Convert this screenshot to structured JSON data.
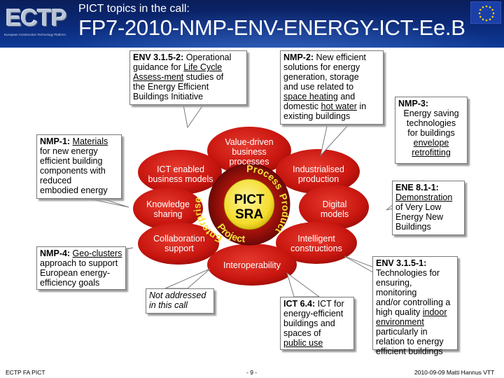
{
  "header": {
    "logo_text": "ECTP",
    "logo_subtext": "European Construction Technology Platform",
    "subtitle": "PICT topics in the call:",
    "title": "FP7-2010-NMP-ENV-ENERGY-ICT-Ee.B"
  },
  "callouts": {
    "env_3152": {
      "code": "ENV 3.1.5-2:",
      "lines": [
        "Operational",
        "guidance for",
        "Life Cycle",
        "Assess-ment",
        "studies of",
        "the Energy Efficient",
        "Buildings Initiative"
      ]
    },
    "nmp2": {
      "code": "NMP-2:",
      "lines": [
        "New efficient",
        "solutions for energy",
        "generation, storage",
        "and use related to",
        "space heating",
        "and",
        "domestic",
        "hot water",
        "in",
        "existing buildings"
      ]
    },
    "nmp1": {
      "code": "NMP-1:",
      "lines": [
        "Materials",
        "for new energy",
        "efficient building",
        "components with",
        "reduced",
        "embodied energy"
      ]
    },
    "nmp3": {
      "code": "NMP-3:",
      "lines": [
        "Energy saving",
        "technologies",
        "for buildings",
        "envelope",
        "retrofitting"
      ]
    },
    "ene811": {
      "code": "ENE 8.1-1:",
      "lines": [
        "Demonstration",
        "of Very Low",
        "Energy New",
        "Buildings"
      ]
    },
    "nmp4": {
      "code": "NMP-4:",
      "lines": [
        "Geo-clusters",
        "approach to support",
        "European energy-",
        "efficiency goals"
      ]
    },
    "not_addressed": {
      "lines": [
        "Not addressed",
        "in this call"
      ]
    },
    "ict64": {
      "code": "ICT 6.4:",
      "lines": [
        "ICT for",
        "energy-efficient",
        "buildings and",
        "spaces of",
        "public use"
      ]
    },
    "env3151": {
      "code": "ENV 3.1.5-1:",
      "lines": [
        "Technologies for",
        "ensuring, monitoring",
        "and/or controlling a",
        "high quality",
        "indoor",
        "environment",
        "particularly in",
        "relation to energy",
        "efficient buildings"
      ]
    }
  },
  "diagram": {
    "center_line1": "PICT",
    "center_line2": "SRA",
    "ring_enterprise": "Enterprise",
    "ring_process": "Process",
    "ring_product": "Product",
    "ring_project": "Project",
    "bubbles": {
      "value_driven": [
        "Value-driven",
        "business",
        "processes"
      ],
      "industrialised": [
        "Industrialised",
        "production"
      ],
      "ict_enabled": [
        "ICT enabled",
        "business models"
      ],
      "digital_models": [
        "Digital",
        "models"
      ],
      "knowledge_sharing": [
        "Knowledge",
        "sharing"
      ],
      "intelligent": [
        "Intelligent",
        "constructions"
      ],
      "collaboration": [
        "Collaboration",
        "support"
      ],
      "interoperability": [
        "Interoperability"
      ]
    },
    "colors": {
      "red": "#d21e16",
      "dark_red": "#8f0f0a",
      "yellow": "#f7e03a",
      "white": "#ffffff"
    }
  },
  "footer": {
    "left": "ECTP FA PICT",
    "page": "- 9 -",
    "right": "2010-09-09 Matti Hannus VTT"
  }
}
